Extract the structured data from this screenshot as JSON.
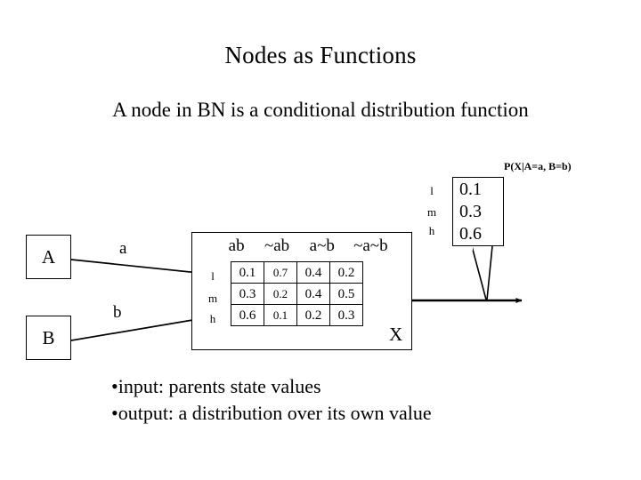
{
  "slide": {
    "title": "Nodes as Functions",
    "subtitle": "A node in BN is a conditional distribution function"
  },
  "diagram": {
    "parent_nodes": [
      {
        "id": "A",
        "label": "A"
      },
      {
        "id": "B",
        "label": "B"
      }
    ],
    "edge_labels": {
      "from_a": "a",
      "from_b": "b"
    },
    "function_node": {
      "label": "X",
      "input_row_labels": [
        "l",
        "m",
        "h"
      ],
      "column_headers": [
        "ab",
        "~ab",
        "a~b",
        "~a~b"
      ],
      "cells": [
        [
          "0.1",
          "0.7",
          "0.4",
          "0.2"
        ],
        [
          "0.3",
          "0.2",
          "0.4",
          "0.5"
        ],
        [
          "0.6",
          "0.1",
          "0.2",
          "0.3"
        ]
      ]
    },
    "callout": {
      "caption": "P(X|A=a, B=b)",
      "row_labels": [
        "l",
        "m",
        "h"
      ],
      "values": [
        "0.1",
        "0.3",
        "0.6"
      ]
    }
  },
  "bullets": [
    "•input: parents state values",
    "•output: a distribution over its own value"
  ],
  "colors": {
    "ink": "#000000",
    "paper": "#ffffff"
  }
}
